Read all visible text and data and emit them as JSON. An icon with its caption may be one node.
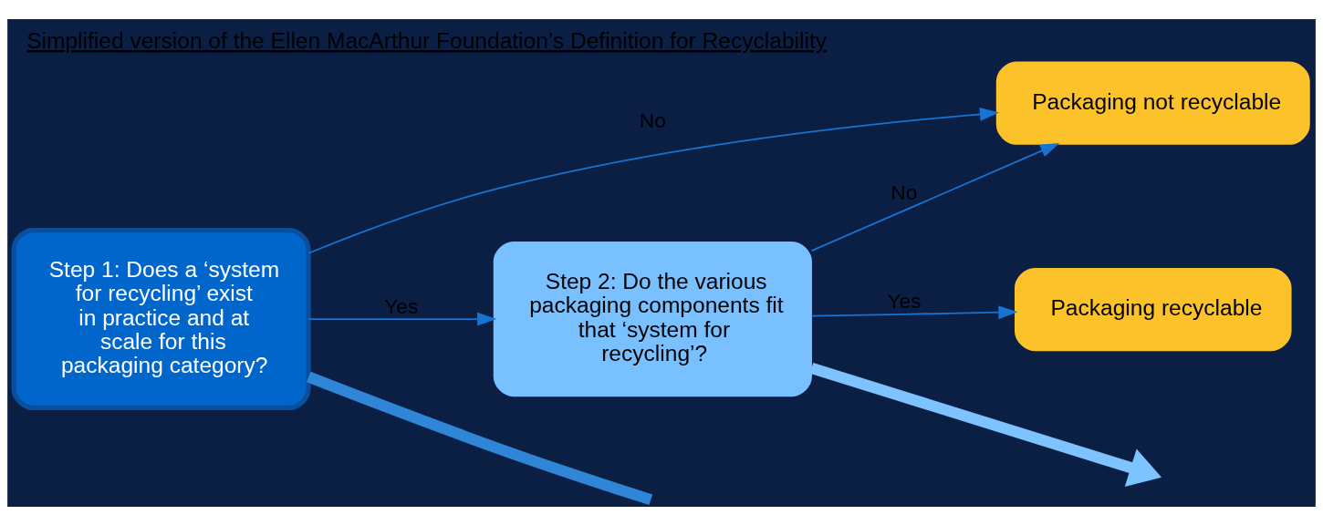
{
  "diagram": {
    "title": "Simplified version of the Ellen MacArthur Foundation’s Definition for Recyclability",
    "nodes": [
      {
        "text": [
          "Step 1: Does a ‘system for recycling’ exist in practice and at scale for this packaging category?"
        ]
      },
      {
        "text": [
          "Step 2: Do the various packaging components fit that ‘system for recycling’?"
        ]
      },
      {
        "text": [
          "Packaging not recyclable"
        ]
      },
      {
        "text": [
          "Packaging recyclable"
        ]
      }
    ],
    "edges": [
      {
        "from": 0,
        "to": 2,
        "arrow": "to",
        "label": "No"
      },
      {
        "from": 0,
        "to": 1,
        "arrow": "to",
        "label": "Yes"
      },
      {
        "from": 1,
        "to": 2,
        "arrow": "to",
        "label": "No"
      },
      {
        "from": 1,
        "to": 3,
        "arrow": "to",
        "label": "Yes"
      },
      {
        "from": 0,
        "to": null,
        "arrow": "none",
        "style": "thick",
        "color": "#2f86d6"
      },
      {
        "from": 1,
        "to": null,
        "arrow": "to",
        "style": "thick",
        "color": "#7cc3ff"
      }
    ]
  }
}
